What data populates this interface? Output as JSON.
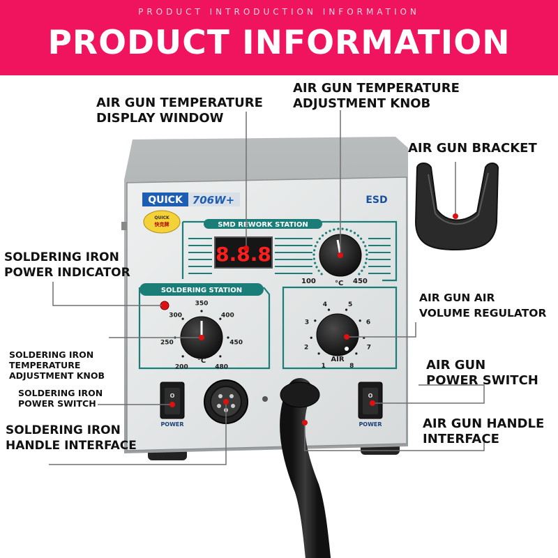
{
  "header": {
    "subtitle": "PRODUCT INTRODUCTION INFORMATION",
    "title": "PRODUCT INFORMATION"
  },
  "labels": {
    "display_window": [
      "AIR GUN TEMPERATURE",
      "DISPLAY WINDOW"
    ],
    "temp_knob": [
      "AIR GUN TEMPERATURE",
      "ADJUSTMENT KNOB"
    ],
    "bracket": "AIR GUN BRACKET",
    "iron_indicator": [
      "SOLDERING IRON",
      "POWER INDICATOR"
    ],
    "air_volume": [
      "AIR GUN AIR",
      "VOLUME REGULATOR"
    ],
    "iron_temp_knob": [
      "SOLDERING IRON",
      "TEMPERATURE",
      "ADJUSTMENT KNOB"
    ],
    "iron_power_switch": [
      "SOLDERING IRON",
      "POWER SWITCH"
    ],
    "gun_power_switch": [
      "AIR GUN",
      "POWER SWITCH"
    ],
    "iron_handle": [
      "SOLDERING IRON",
      "HANDLE INTERFACE"
    ],
    "gun_handle": [
      "AIR GUN HANDLE",
      "INTERFACE"
    ]
  },
  "device": {
    "brand": "QUICK",
    "model": "706W+",
    "esd": "ESD",
    "badge_lines": [
      "QUICK",
      "快克牌"
    ],
    "smd_title": "SMD REWORK STATION",
    "soldering_title": "SOLDERING STATION",
    "display_digits": "8.8.8",
    "air_temp_scale": {
      "min": "100",
      "unit": "°C",
      "max": "450"
    },
    "iron_scale": [
      "200",
      "250",
      "300",
      "350",
      "400",
      "450",
      "480"
    ],
    "iron_unit": "°C",
    "air_scale": [
      "1",
      "2",
      "3",
      "4",
      "5",
      "6",
      "7",
      "8"
    ],
    "air_label": "AIR",
    "power_label": "POWER",
    "switch_mark": "O"
  },
  "colors": {
    "header": "#f0135e",
    "accent_teal": "#1a7d78",
    "pointer_red": "#e01010"
  }
}
